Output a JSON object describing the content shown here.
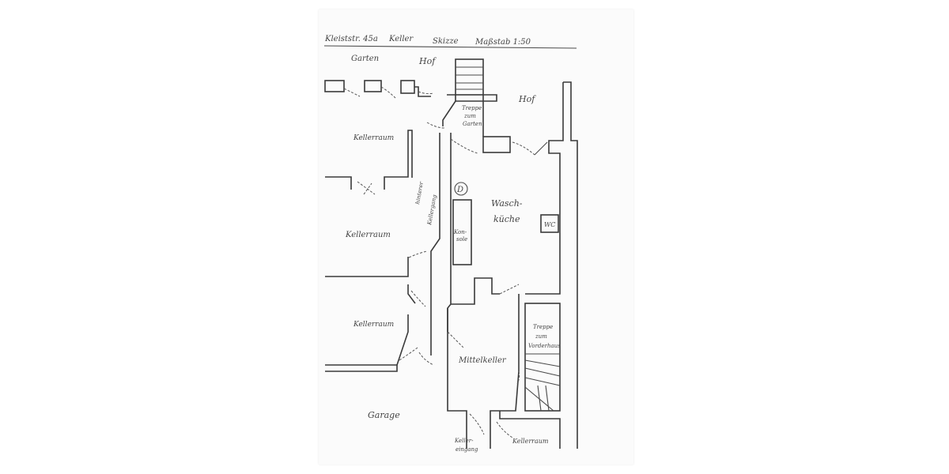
{
  "header": {
    "address": "Kleiststr. 45a",
    "level": "Keller",
    "kind": "Skizze",
    "scale": "Maßstab 1:50"
  },
  "rooms": {
    "garten": "Garten",
    "hof_left": "Hof",
    "hof_right": "Hof",
    "treppe_garten_1": "Treppe",
    "treppe_garten_2": "zum",
    "treppe_garten_3": "Garten",
    "kellerraum_1": "Kellerraum",
    "kellerraum_2": "Kellerraum",
    "kellerraum_3": "Kellerraum",
    "kellerraum_4": "Kellerraum",
    "gang_1": "hinterer",
    "gang_2": "Kellergang",
    "konsole_1": "Kon-",
    "konsole_2": "sole",
    "wasch_1": "Wasch-",
    "wasch_2": "küche",
    "wc": "WC",
    "treppe_haus_1": "Treppe",
    "treppe_haus_2": "zum",
    "treppe_haus_3": "Vorderhaus",
    "mittelkeller": "Mittelkeller",
    "garage": "Garage",
    "kellereingang_1": "Keller-",
    "kellereingang_2": "eingang",
    "meter_symbol": "D"
  }
}
